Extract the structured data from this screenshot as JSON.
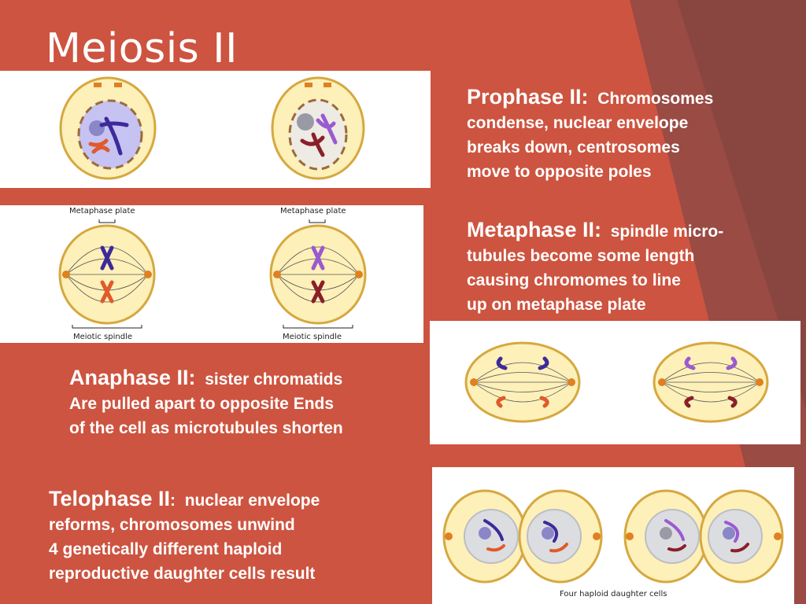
{
  "title": "Meiosis II",
  "stages": {
    "prophase": {
      "heading": "Prophase II:",
      "lead": "Chromosomes",
      "lines": [
        "condense, nuclear envelope",
        "breaks down, centrosomes",
        "move to opposite poles"
      ]
    },
    "metaphase": {
      "heading": "Metaphase II:",
      "lead": "spindle micro-",
      "lines": [
        "tubules become some length",
        "causing chromomes to line",
        "up on metaphase plate"
      ]
    },
    "anaphase": {
      "heading": "Anaphase II:",
      "lead": "sister chromatids",
      "lines": [
        "Are pulled apart to opposite Ends",
        "of the cell as microtubules shorten"
      ]
    },
    "telophase": {
      "heading": "Telophase II",
      "colon": ":",
      "lead": "nuclear envelope",
      "lines": [
        "reforms, chromosomes unwind",
        "4 genetically different haploid",
        "reproductive daughter cells result"
      ]
    }
  },
  "figure_labels": {
    "metaphase_plate": "Metaphase plate",
    "meiotic_spindle": "Meiotic spindle",
    "daughter_cells": "Four haploid daughter cells"
  },
  "colors": {
    "background": "#cd5440",
    "stripe": "#8f4a45",
    "panel": "#ffffff",
    "cell_fill": "#fdf0b9",
    "cell_outline": "#d6a840",
    "chromosome_purple": "#5b3db5",
    "chromosome_violet": "#9a5ad0",
    "chromosome_orange": "#e05a2a",
    "chromosome_maroon": "#8a1f2a",
    "text": "#ffffff"
  }
}
